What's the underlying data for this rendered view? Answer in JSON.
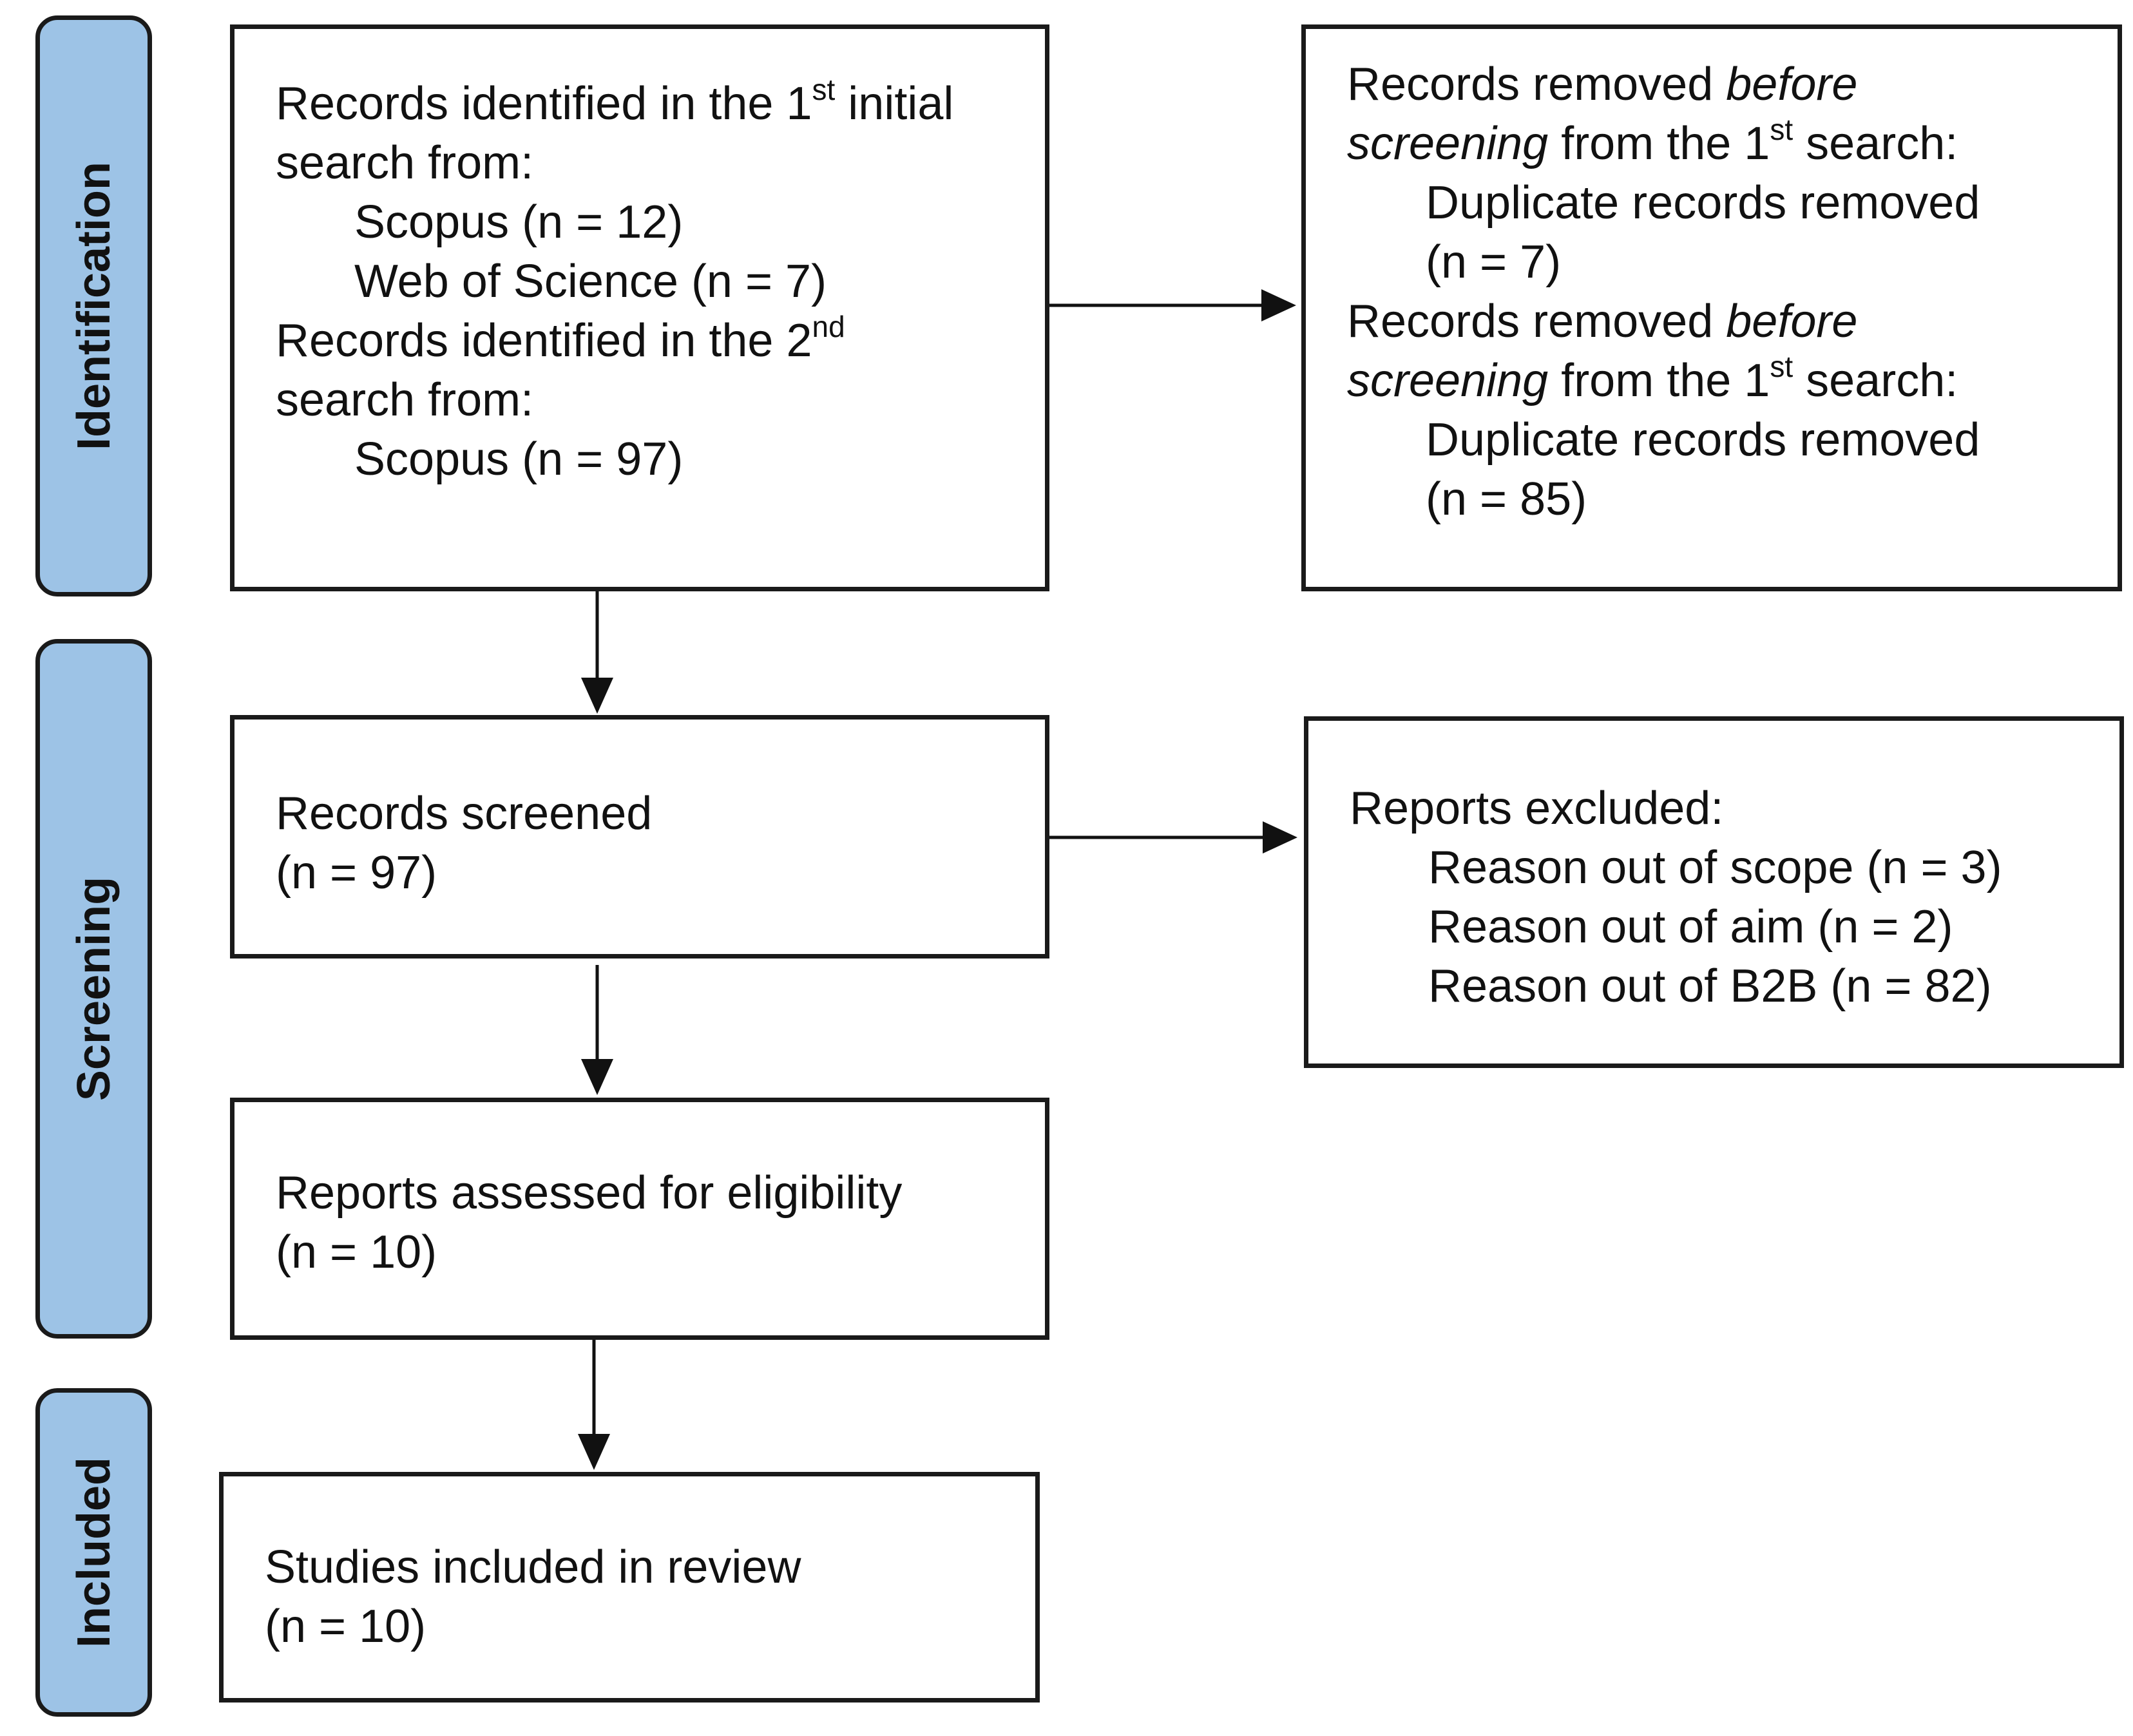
{
  "phases": {
    "identification": "Identification",
    "screening": "Screening",
    "included": "Included"
  },
  "identified": {
    "l1_pre": "Records identified in the 1",
    "l1_sup": "st",
    "l1_post": " initial",
    "l2": "search from:",
    "l3": "Scopus (n = 12)",
    "l4": "Web of Science (n = 7)",
    "l5_pre": "Records identified in the 2",
    "l5_sup": "nd",
    "l6": "search from:",
    "l7": "Scopus (n = 97)"
  },
  "removed": {
    "a1_pre": "Records removed ",
    "a1_em": "before",
    "a2_em": "screening",
    "a2_mid": " from the 1",
    "a2_sup": "st",
    "a2_post": " search:",
    "a3": "Duplicate records removed",
    "a4": "(n = 7)",
    "b1_pre": "Records removed ",
    "b1_em": "before",
    "b2_em": "screening",
    "b2_mid": " from the 1",
    "b2_sup": "st",
    "b2_post": " search:",
    "b3": "Duplicate records removed",
    "b4": "(n = 85)"
  },
  "screened": {
    "l1": "Records screened",
    "l2": "(n = 97)"
  },
  "excluded": {
    "l1": "Reports excluded:",
    "l2": "Reason out of scope (n = 3)",
    "l3": "Reason out of aim (n = 2)",
    "l4": "Reason out of B2B (n = 82)"
  },
  "eligibility": {
    "l1": "Reports assessed for eligibility",
    "l2": "(n = 10)"
  },
  "included_box": {
    "l1": "Studies included in review",
    "l2": "(n = 10)"
  }
}
